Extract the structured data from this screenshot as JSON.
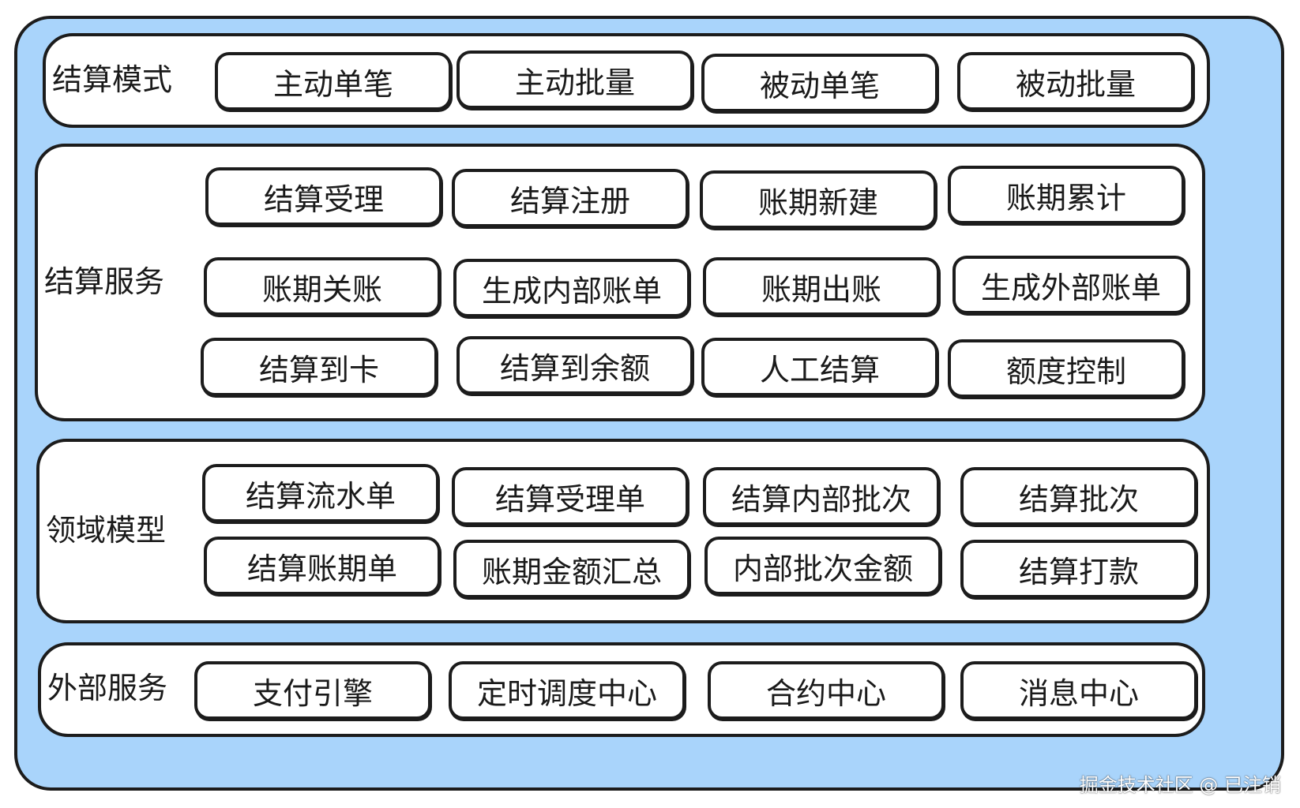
{
  "layers": [
    {
      "label": "结算模式",
      "items": [
        "主动单笔",
        "主动批量",
        "被动单笔",
        "被动批量"
      ]
    },
    {
      "label": "结算服务",
      "items": [
        "结算受理",
        "结算注册",
        "账期新建",
        "账期累计",
        "账期关账",
        "生成内部账单",
        "账期出账",
        "生成外部账单",
        "结算到卡",
        "结算到余额",
        "人工结算",
        "额度控制"
      ]
    },
    {
      "label": "领域模型",
      "items": [
        "结算流水单",
        "结算受理单",
        "结算内部批次",
        "结算批次",
        "结算账期单",
        "账期金额汇总",
        "内部批次金额",
        "结算打款"
      ]
    },
    {
      "label": "外部服务",
      "items": [
        "支付引擎",
        "定时调度中心",
        "合约中心",
        "消息中心"
      ]
    }
  ],
  "watermark": "掘金技术社区 @ 已注销",
  "colors": {
    "background": "#a9d4fb",
    "panel": "#ffffff",
    "stroke": "#1c1c1c"
  }
}
